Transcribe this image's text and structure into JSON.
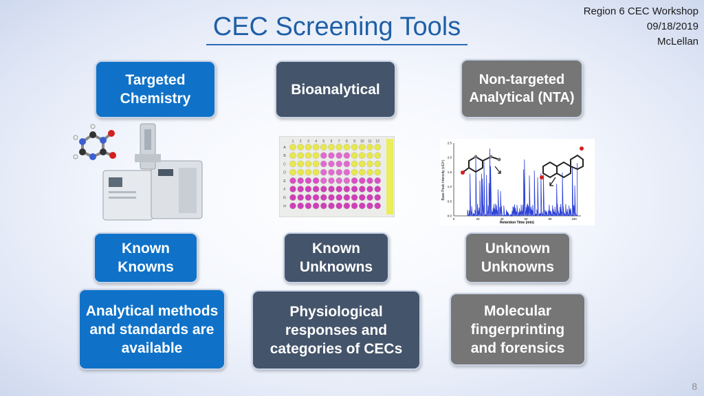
{
  "slide": {
    "title": "CEC Screening Tools",
    "meta": {
      "line1": "Region 6 CEC Workshop",
      "line2": "09/18/2019",
      "line3": "McLellan"
    },
    "page_number": "8"
  },
  "columns": [
    {
      "header": "Targeted Chemistry",
      "category": "Known Knowns",
      "description": "Analytical methods and standards are available",
      "color": "#0f72c8"
    },
    {
      "header": "Bioanalytical",
      "category": "Known Unknowns",
      "description": "Physiological responses and categories of CECs",
      "color": "#44546a"
    },
    {
      "header": "Non-targeted Analytical (NTA)",
      "category": "Unknown Unknowns",
      "description": "Molecular fingerprinting and forensics",
      "color": "#767676"
    }
  ],
  "plate": {
    "col_labels": [
      "1",
      "2",
      "3",
      "4",
      "5",
      "6",
      "7",
      "8",
      "9",
      "10",
      "11",
      "12"
    ],
    "row_labels": [
      "A",
      "B",
      "C",
      "D",
      "E",
      "F",
      "G",
      "H"
    ]
  },
  "chromatogram": {
    "ylabel": "Base Peak Intensity (x10⁶)",
    "xlabel": "Retention Time (min)",
    "y_ticks": [
      "2.5",
      "2.0",
      "1.5",
      "1.0",
      "0.5",
      "0.0"
    ],
    "x_ticks": [
      "0",
      "20",
      "40",
      "60",
      "80",
      "100"
    ]
  }
}
